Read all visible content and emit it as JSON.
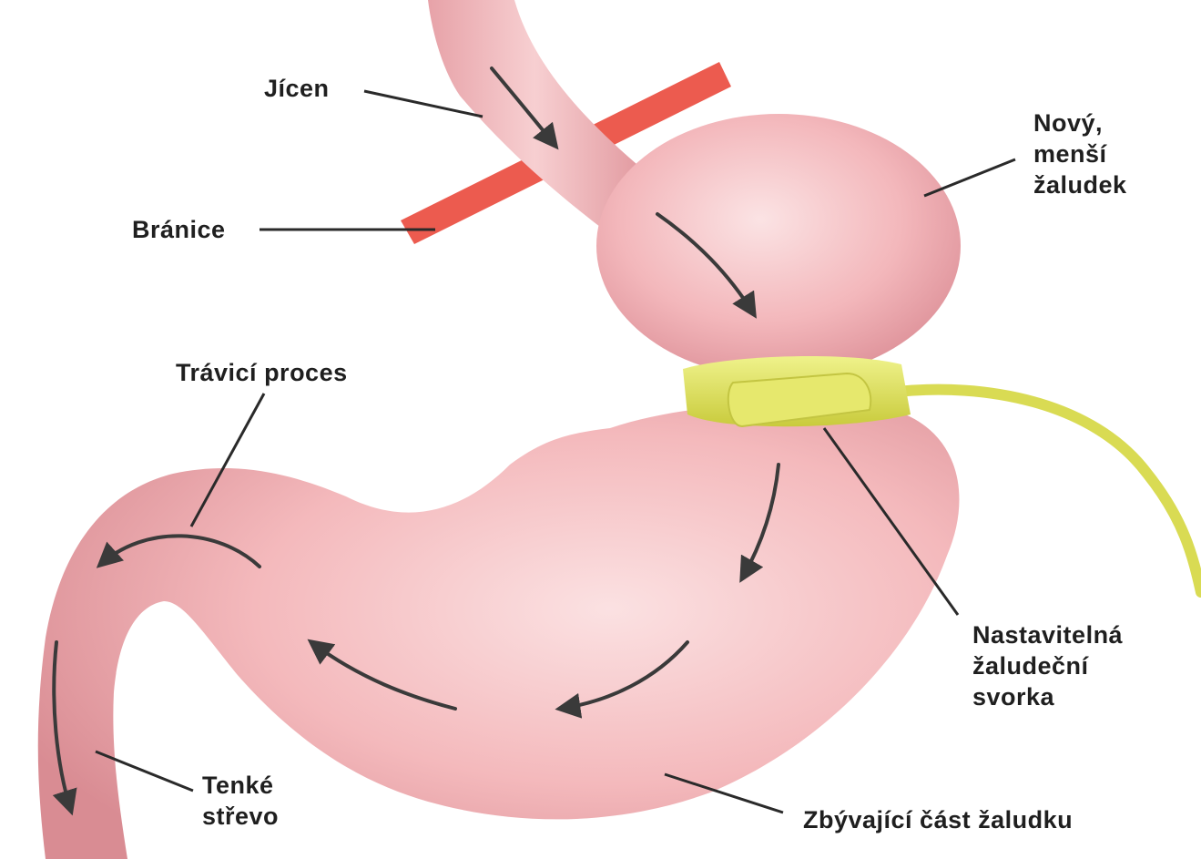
{
  "labels": {
    "jicen": "Jícen",
    "branice": "Bránice",
    "novy_zaludek": "Nový,\nmenší\nžaludek",
    "traveni": "Trávicí proces",
    "svorka": "Nastavitelná\nžaludeční\nsvorka",
    "strevo": "Tenké\nstřevo",
    "zbyvajici": "Zbývající část žaludku"
  },
  "colors": {
    "stomach": "#f4b6b9",
    "stomach_shade": "#dc8f95",
    "diaphragm": "#ec5b4f",
    "band": "#e2e36a",
    "arrow": "#3a3a3a",
    "leader": "#2a2a2a"
  }
}
